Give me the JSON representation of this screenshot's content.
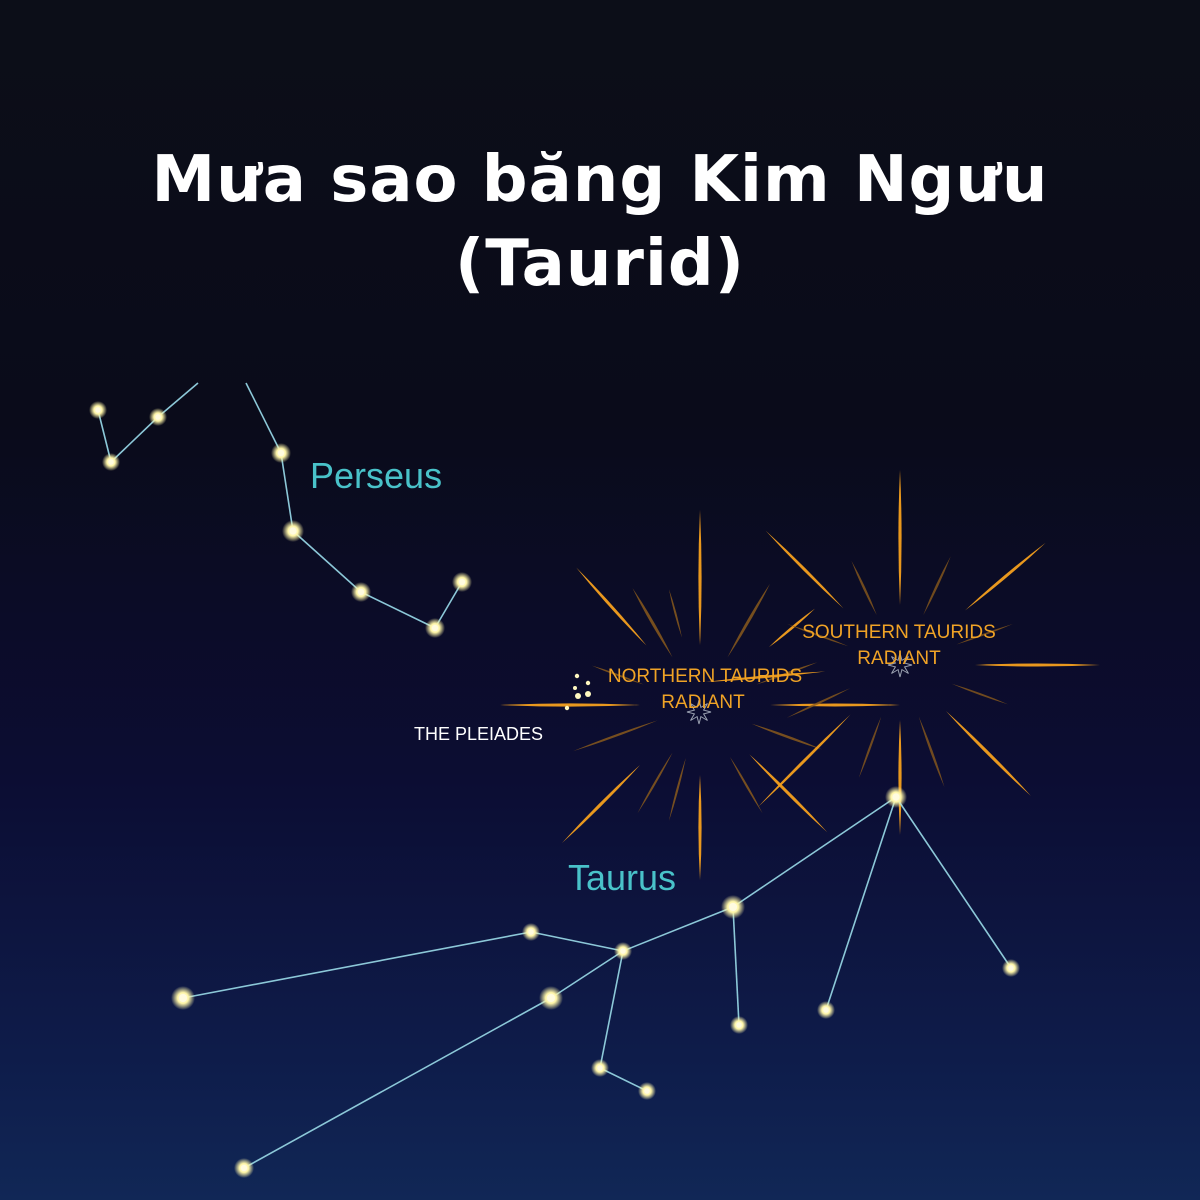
{
  "title": {
    "line1": "Mưa sao băng Kim Ngưu",
    "line2": "(Taurid)"
  },
  "constellations": {
    "perseus": "Perseus",
    "taurus": "Taurus"
  },
  "pleiades_label": "THE PLEIADES",
  "radiants": {
    "northern": {
      "line1": "NORTHERN TAURIDS",
      "line2": "RADIANT"
    },
    "southern": {
      "line1": "SOUTHERN TAURIDS",
      "line2": "RADIANT"
    }
  },
  "colors": {
    "meteor": "#f5a01d",
    "meteor_dim": "#8a5a1c",
    "constellation_line": "#8cc8d8",
    "star": "#fff6a8",
    "label_teal": "#49c2c9",
    "label_orange": "#f0a326"
  }
}
